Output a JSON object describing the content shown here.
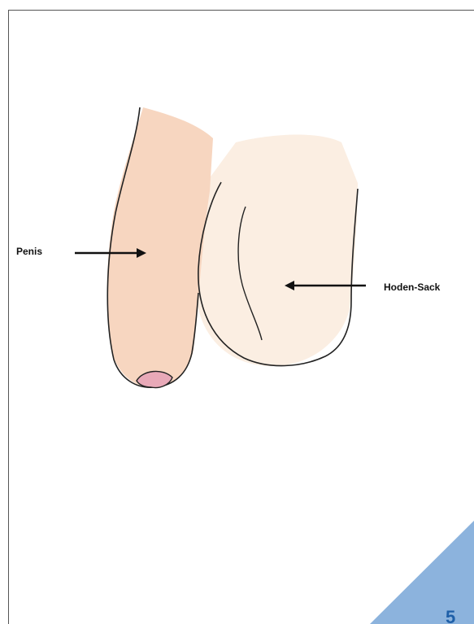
{
  "labels": {
    "penis": "Penis",
    "scrotum": "Hoden-Sack"
  },
  "page_number": "5",
  "colors": {
    "skin": "#f8dcc6",
    "skin_light": "#fbeee2",
    "glans": "#e8a9b8",
    "corner_accent": "#8cb3dd",
    "page_number": "#1e5fa8"
  }
}
